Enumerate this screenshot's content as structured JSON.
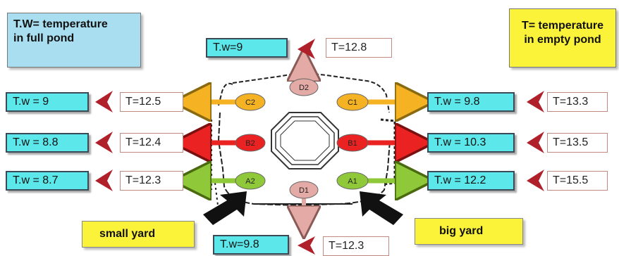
{
  "legend_left": {
    "line1": "T.W= temperature",
    "line2": "in full pond"
  },
  "legend_right": {
    "line1": "T= temperature",
    "line2": "in empty pond"
  },
  "outlets": {
    "D2": "D2",
    "C2": "C2",
    "C1": "C1",
    "B2": "B2",
    "B1": "B1",
    "A2": "A2",
    "A1": "A1",
    "D1": "D1"
  },
  "readings": {
    "D2": {
      "tw": "T.w=9",
      "t": "T=12.8"
    },
    "C2": {
      "tw": "T.w = 9",
      "t": "T=12.5"
    },
    "B2": {
      "tw": "T.w = 8.8",
      "t": "T=12.4"
    },
    "A2": {
      "tw": "T.w = 8.7",
      "t": "T=12.3"
    },
    "C1": {
      "tw": "T.w = 9.8",
      "t": "T=13.3"
    },
    "B1": {
      "tw": "T.w = 10.3",
      "t": "T=13.5"
    },
    "A1": {
      "tw": "T.w = 12.2",
      "t": "T=15.5"
    },
    "D1": {
      "tw": "T.w=9.8",
      "t": "T=12.3"
    }
  },
  "yards": {
    "small": "small yard",
    "big": "big yard"
  },
  "colors": {
    "C": "#f5b324",
    "B": "#ea2222",
    "A": "#8fc93a",
    "D": "#e3aaa6",
    "tw_fill": "#5ce8ea",
    "legend_yellow": "#fbf23a",
    "legend_blue": "#a9def0",
    "chevron": "#b0202a"
  }
}
